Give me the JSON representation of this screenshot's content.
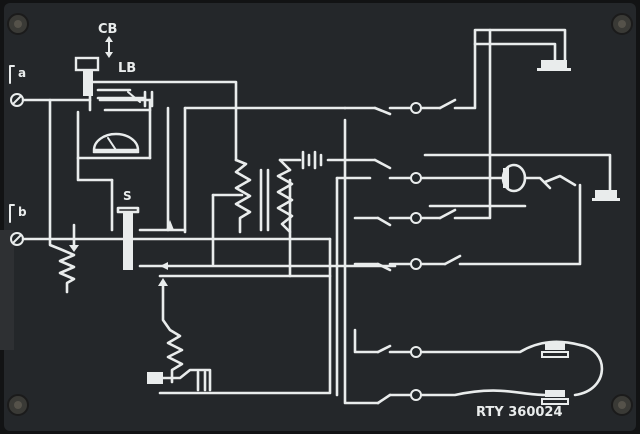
{
  "labels": {
    "cb": "CB",
    "lb": "LB",
    "a": "a",
    "b": "b",
    "s": "S",
    "serial": "RTY 360024"
  },
  "colors": {
    "plate": "#232629",
    "ink": "#e9ecec",
    "frame": "#0f1011"
  },
  "icons": [
    "screw-icon",
    "terminal-icon",
    "resistor-icon",
    "transformer-icon",
    "battery-icon",
    "gauge-icon",
    "headphone-icon",
    "jack-icon"
  ]
}
